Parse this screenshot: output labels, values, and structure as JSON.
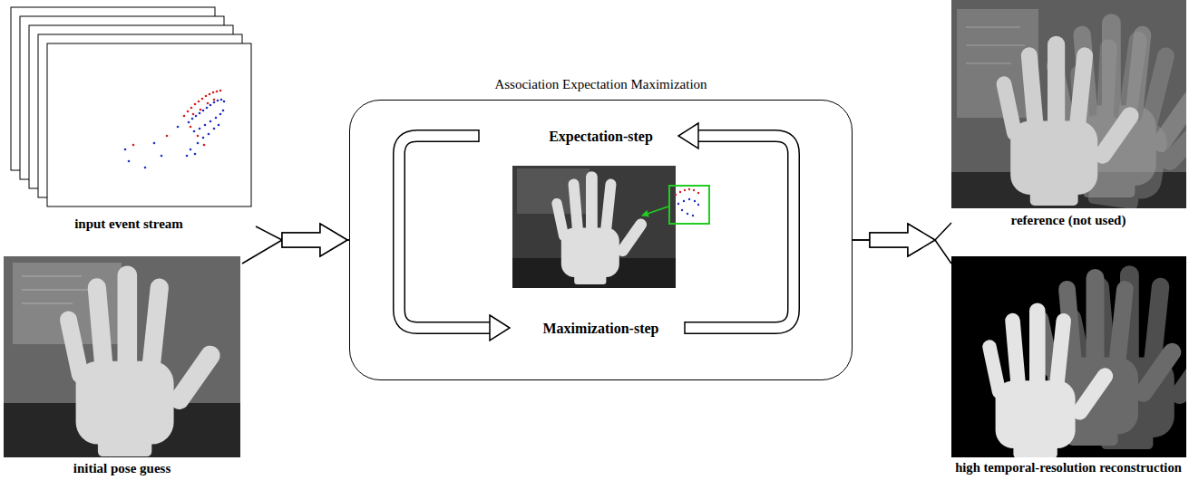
{
  "diagram": {
    "nodes": [
      {
        "text": [
          "input event stream"
        ]
      },
      {
        "text": [
          "initial pose guess"
        ]
      },
      {
        "text": [
          "Association Expectation Maximization",
          "Expectation-step",
          "Maximization-step"
        ]
      },
      {
        "text": [
          "reference (not used)"
        ]
      },
      {
        "text": [
          "high temporal-resolution reconstruction"
        ]
      }
    ],
    "edges": [
      {
        "from": 0,
        "to": 2,
        "arrow": "to"
      },
      {
        "from": 1,
        "to": 2,
        "arrow": "to"
      },
      {
        "from": 2,
        "to": 3,
        "arrow": "to"
      },
      {
        "from": 2,
        "to": 4,
        "arrow": "to"
      }
    ]
  }
}
